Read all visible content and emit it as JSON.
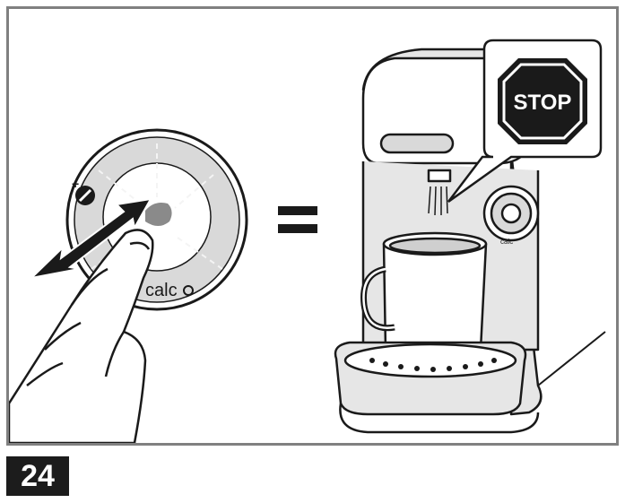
{
  "illustration": {
    "equals_sign": "=",
    "dial_label": "calc",
    "small_dial_label": "calc",
    "stop_sign_text": "STOP"
  },
  "step_number": "24",
  "colors": {
    "frame": "#808080",
    "dial_fill": "#d9d9d9",
    "machine_fill": "#e6e6e6",
    "stop_red": "#1a1a1a",
    "badge": "#1c1c1c"
  },
  "icons": [
    "plus-descale-icon",
    "double-arrow-icon",
    "hand-icon",
    "coffee-machine-icon",
    "stop-sign-icon"
  ]
}
